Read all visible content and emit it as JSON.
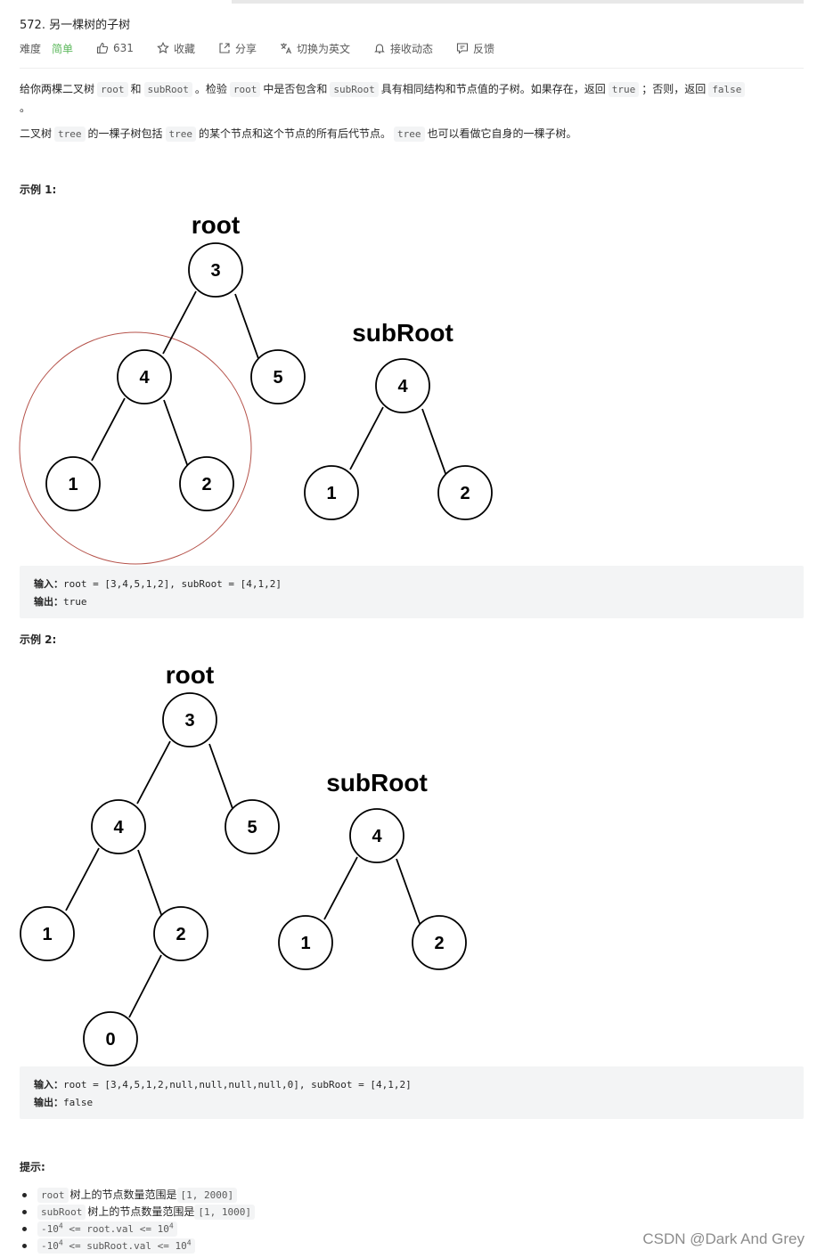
{
  "problem": {
    "title": "572. 另一棵树的子树",
    "difficulty_label": "难度",
    "difficulty_value": "简单",
    "likes": "631",
    "collect": "收藏",
    "share": "分享",
    "switch_lang": "切换为英文",
    "notify": "接收动态",
    "feedback": "反馈"
  },
  "description": {
    "p1_a": "给你两棵二叉树",
    "p1_code1": "root",
    "p1_b": "和",
    "p1_code2": "subRoot",
    "p1_c": "。检验",
    "p1_code3": "root",
    "p1_d": "中是否包含和",
    "p1_code4": "subRoot",
    "p1_e": "具有相同结构和节点值的子树。如果存在，返回",
    "p1_code5": "true",
    "p1_f": "；否则，返回",
    "p1_code6": "false",
    "p1_g": "。",
    "p2_a": "二叉树",
    "p2_code1": "tree",
    "p2_b": "的一棵子树包括",
    "p2_code2": "tree",
    "p2_c": "的某个节点和这个节点的所有后代节点。",
    "p2_code3": "tree",
    "p2_d": "也可以看做它自身的一棵子树。"
  },
  "example1": {
    "label": "示例 1:",
    "root_label": "root",
    "subroot_label": "subRoot",
    "root_nodes": [
      "3",
      "4",
      "5",
      "1",
      "2"
    ],
    "sub_nodes": [
      "4",
      "1",
      "2"
    ],
    "input_label": "输入：",
    "input_value": "root = [3,4,5,1,2], subRoot = [4,1,2]",
    "output_label": "输出：",
    "output_value": "true"
  },
  "example2": {
    "label": "示例 2:",
    "root_label": "root",
    "subroot_label": "subRoot",
    "root_nodes": [
      "3",
      "4",
      "5",
      "1",
      "2",
      "0"
    ],
    "sub_nodes": [
      "4",
      "1",
      "2"
    ],
    "input_label": "输入：",
    "input_value": "root = [3,4,5,1,2,null,null,null,null,0], subRoot = [4,1,2]",
    "output_label": "输出：",
    "output_value": "false"
  },
  "tips": {
    "label": "提示:",
    "t1_code": "root",
    "t1_text": "树上的节点数量范围是",
    "t1_range": "[1, 2000]",
    "t2_code": "subRoot",
    "t2_text": "树上的节点数量范围是",
    "t2_range": "[1, 1000]",
    "t3_prefix": "-10",
    "t3_exp": "4",
    "t3_mid": " <= root.val <= 10",
    "t3_exp2": "4",
    "t4_prefix": "-10",
    "t4_exp": "4",
    "t4_mid": " <= subRoot.val <= 10",
    "t4_exp2": "4"
  },
  "watermark": "CSDN @Dark And Grey"
}
